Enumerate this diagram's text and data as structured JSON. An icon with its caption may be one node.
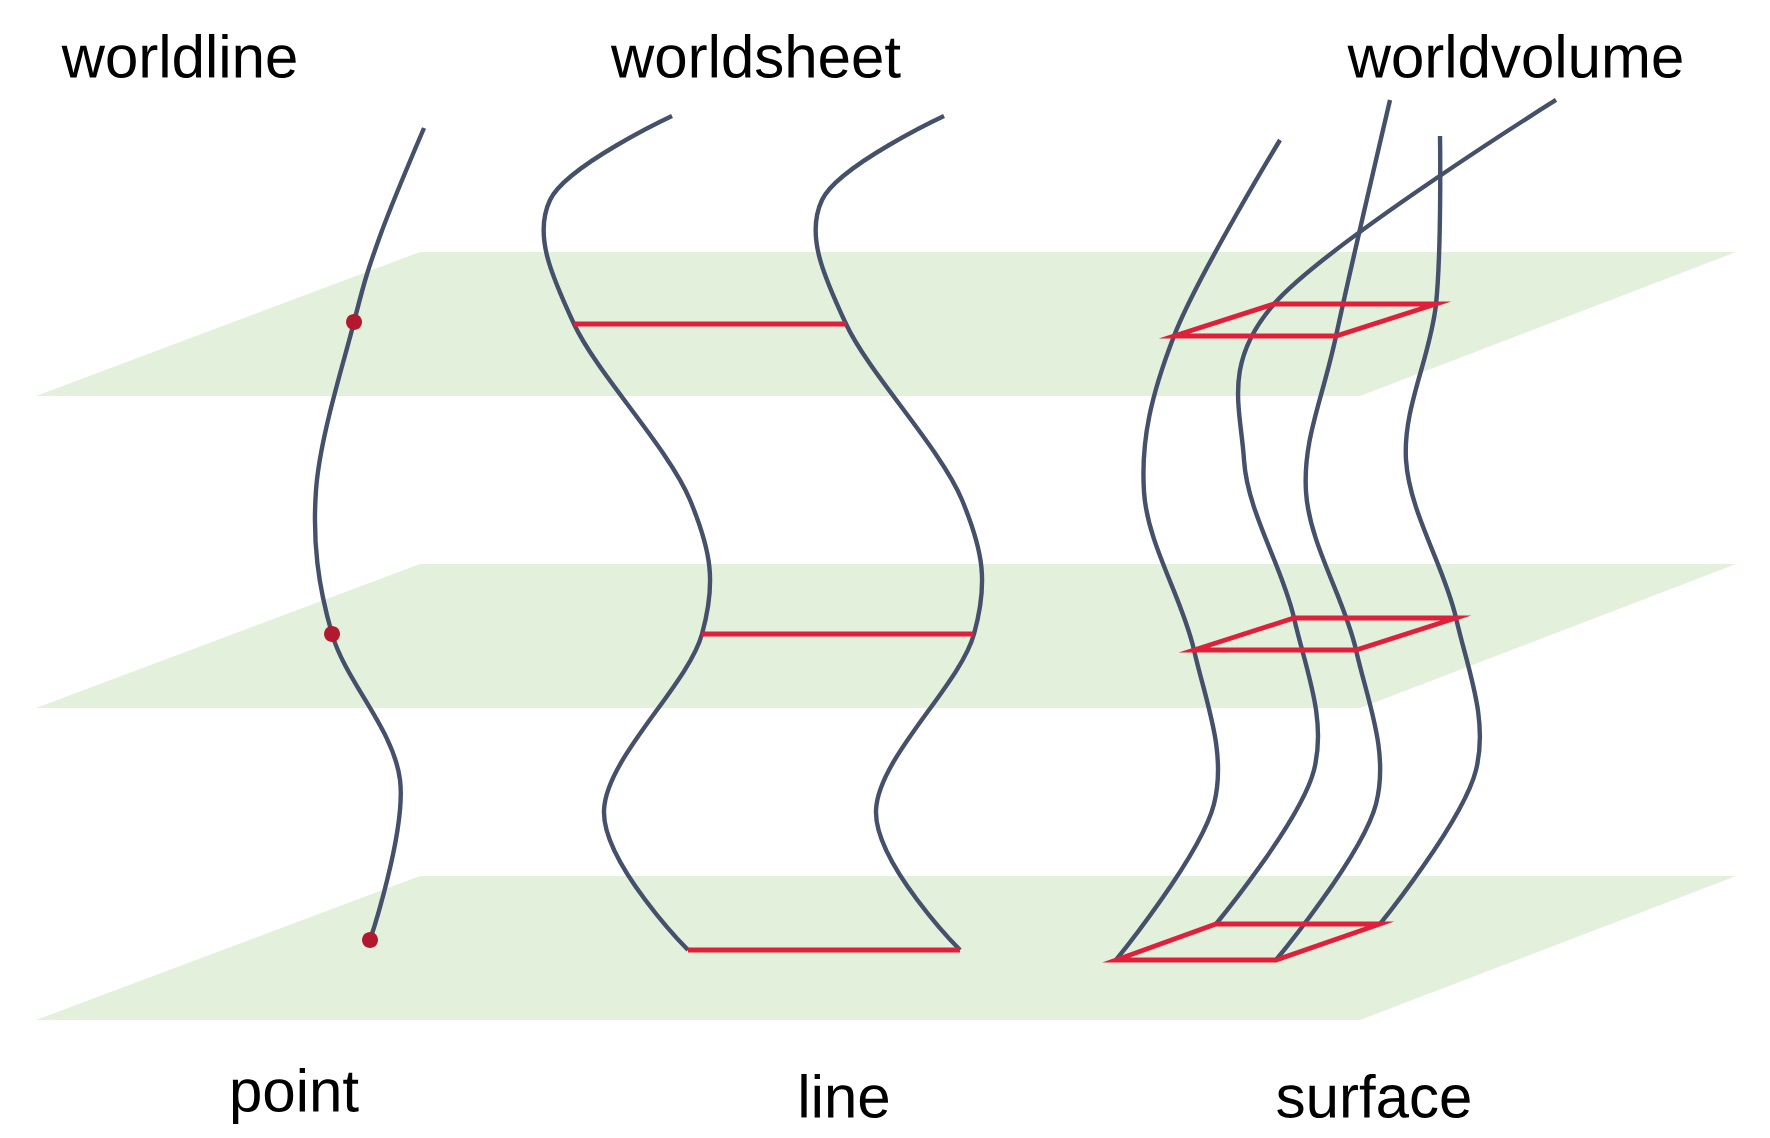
{
  "diagram": {
    "labels": [
      "worldline",
      "worldsheet",
      "worldvolume",
      "point",
      "line",
      "surface"
    ]
  }
}
